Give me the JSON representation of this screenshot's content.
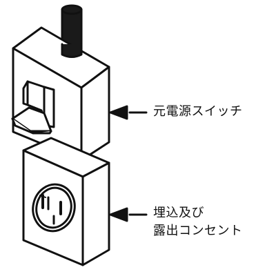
{
  "labels": {
    "main_power_switch": "元電源スイッチ",
    "outlet_line1": "埋込及び",
    "outlet_line2": "露出コンセント"
  },
  "colors": {
    "line": "#111111",
    "background": "#ffffff"
  }
}
